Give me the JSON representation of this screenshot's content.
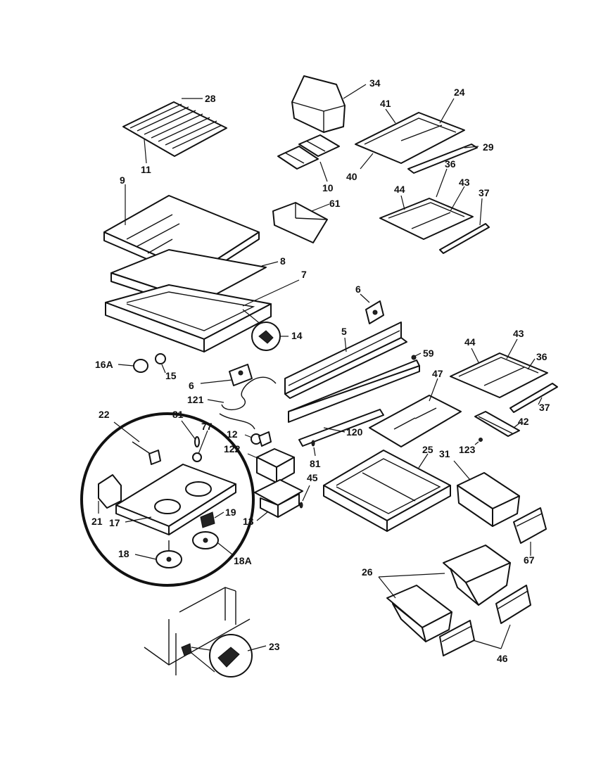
{
  "callouts": {
    "c28": "28",
    "c11": "11",
    "c34": "34",
    "c24": "24",
    "c41": "41",
    "c10": "10",
    "c29": "29",
    "c40": "40",
    "c9": "9",
    "c36a": "36",
    "c43a": "43",
    "c44a": "44",
    "c37a": "37",
    "c61": "61",
    "c8": "8",
    "c7": "7",
    "c6a": "6",
    "c14": "14",
    "c5": "5",
    "c59": "59",
    "c44b": "44",
    "c43b": "43",
    "c36b": "36",
    "c16A": "16A",
    "c15": "15",
    "c6b": "6",
    "c47": "47",
    "c121": "121",
    "c37b": "37",
    "c22": "22",
    "c81a": "81",
    "c77": "77",
    "c12": "12",
    "c120": "120",
    "c42": "42",
    "c123": "123",
    "c122": "122",
    "c81b": "81",
    "c25": "25",
    "c31": "31",
    "c45": "45",
    "c21": "21",
    "c17": "17",
    "c19": "19",
    "c13": "13",
    "c67": "67",
    "c18": "18",
    "c18A": "18A",
    "c26": "26",
    "c46": "46",
    "c23": "23"
  }
}
